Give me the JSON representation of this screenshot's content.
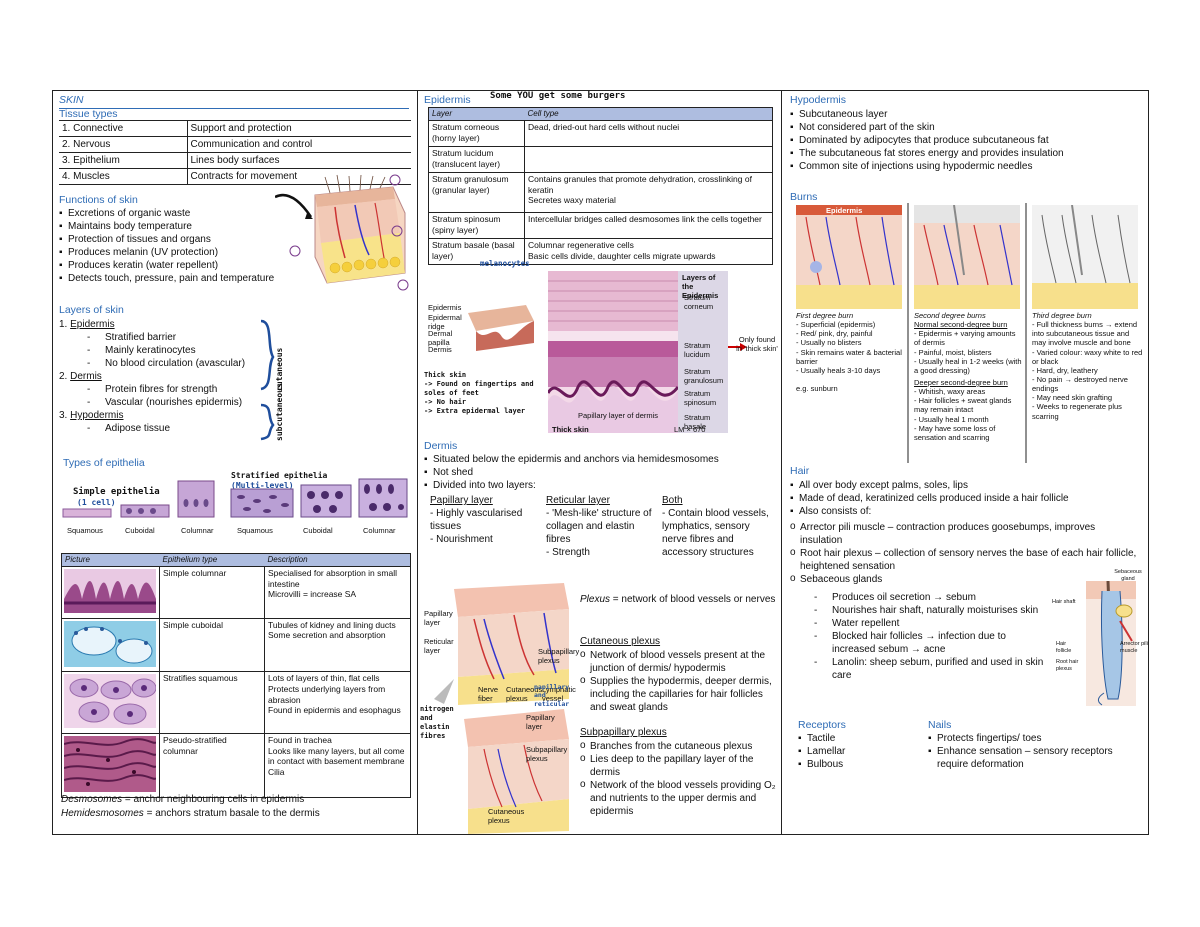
{
  "col1": {
    "skin_title": "SKIN",
    "tissue_types_heading": "Tissue types",
    "tissue_types": [
      {
        "name": "1. Connective",
        "desc": "Support and protection"
      },
      {
        "name": "2. Nervous",
        "desc": "Communication and control"
      },
      {
        "name": "3. Epithelium",
        "desc": "Lines body surfaces"
      },
      {
        "name": "4. Muscles",
        "desc": "Contracts for movement"
      }
    ],
    "functions_heading": "Functions of skin",
    "functions": [
      "Excretions of organic waste",
      "Maintains body temperature",
      "Protection of tissues and organs",
      "Produces melanin (UV protection)",
      "Produces keratin (water repellent)",
      "Detects touch, pressure, pain and temperature"
    ],
    "layers_heading": "Layers of skin",
    "layer1": "Epidermis",
    "layer1_num": "1.",
    "layer1_items": [
      "Stratified barrier",
      "Mainly keratinocytes",
      "No blood circulation (avascular)"
    ],
    "layer2_num": "2.",
    "layer2": "Dermis",
    "layer2_items": [
      "Protein fibres for strength",
      "Vascular (nourishes epidermis)"
    ],
    "layer3_num": "3.",
    "layer3": "Hypodermis",
    "layer3_items": [
      "Adipose tissue"
    ],
    "hand_cutaneous": "cutaneous",
    "hand_subcutaneous": "subcutaneous",
    "epithelia_heading": "Types of epithelia",
    "hand_simple": "Simple epithelia",
    "hand_simple_sub": "(1 cell)",
    "hand_stratified": "Stratified epithelia",
    "hand_stratified_sub": "(Multi-level)",
    "epi_labels": [
      "Squamous",
      "Cuboidal",
      "Columnar",
      "Squamous",
      "Cuboidal",
      "Columnar"
    ],
    "epi_table_headers": [
      "Picture",
      "Epithelium type",
      "Description"
    ],
    "epi_table": [
      {
        "type": "Simple columnar",
        "desc": [
          "Specialised for absorption in small intestine",
          "Microvilli = increase SA"
        ]
      },
      {
        "type": "Simple cuboidal",
        "desc": [
          "Tubules of kidney and lining ducts",
          "Some secretion and absorption"
        ]
      },
      {
        "type": "Stratifies squamous",
        "desc": [
          "Lots of layers of thin, flat cells",
          "Protects underlying layers from abrasion",
          "Found in epidermis and esophagus"
        ]
      },
      {
        "type": "Pseudo-stratified columnar",
        "desc": [
          "Found in trachea",
          "Looks like many layers, but all come in contact with basement membrane",
          "Cilia"
        ]
      }
    ],
    "desmosomes_term": "Desmosomes",
    "desmosomes_def": " = anchor neighbouring cells in epidermis",
    "hemides_term": "Hemidesmosomes",
    "hemides_def": " = anchors stratum basale to the dermis"
  },
  "col2": {
    "epidermis_heading": "Epidermis",
    "hand_epidermis": "Some YOU get some burgers",
    "layer_headers": [
      "Layer",
      "Cell type"
    ],
    "layers": [
      {
        "layer": "Stratum corneous (horny layer)",
        "cell": [
          "Dead, dried-out hard cells without nuclei"
        ]
      },
      {
        "layer": "Stratum lucidum (translucent layer)",
        "cell": []
      },
      {
        "layer": "Stratum granulosum (granular layer)",
        "cell": [
          "Contains granules that promote dehydration, crosslinking of keratin",
          "Secretes waxy material"
        ]
      },
      {
        "layer": "Stratum spinosum (spiny layer)",
        "cell": [
          "Intercellular bridges called desmosomes link the cells together"
        ]
      },
      {
        "layer": "Stratum basale (basal layer)",
        "cell": [
          "Columnar regenerative cells",
          "Basic cells divide, daughter cells migrate upwards"
        ]
      }
    ],
    "hand_melanocytes": "melanocytes",
    "fig_labels": [
      "Epidermis",
      "Epidermal ridge",
      "Dermal papilla",
      "Dermis"
    ],
    "fig_right_labels": [
      "Layers of the Epidermis",
      "Stratum corneum",
      "Stratum lucidum",
      "Stratum granulosum",
      "Stratum spinosum",
      "Stratum basale"
    ],
    "fig_papillary": "Papillary layer of dermis",
    "fig_thick": "Thick skin",
    "fig_mag": "LM × 670",
    "only_found": "Only found in 'thick skin'",
    "hand_thick": [
      "Thick skin",
      "-> Found on fingertips and soles of feet",
      "-> No hair",
      "-> Extra epidermal layer"
    ],
    "dermis_heading": "Dermis",
    "dermis_points": [
      "Situated below the epidermis and anchors via hemidesmosomes",
      "Not shed",
      "Divided into two layers:"
    ],
    "papillary_title": "Papillary layer",
    "papillary_items": [
      "- Highly vascularised tissues",
      "- Nourishment"
    ],
    "reticular_title": "Reticular layer",
    "reticular_items": [
      "- 'Mesh-like' structure of collagen and elastin fibres",
      "- Strength"
    ],
    "both_title": "Both",
    "both_items": [
      "- Contain blood vessels, lymphatics, sensory nerve fibres and accessory structures"
    ],
    "plexus_term": "Plexus",
    "plexus_def": " = network of blood vessels or nerves",
    "cutaneous_title": "Cutaneous plexus",
    "cutaneous_items": [
      "Network of blood vessels present at the junction of dermis/ hypodermis",
      "Supplies the hypodermis, deeper dermis, including the capillaries for hair follicles and sweat glands"
    ],
    "subpapillary_title": "Subpapillary plexus",
    "subpapillary_items": [
      "Branches from the cutaneous plexus",
      "Lies deep to the papillary layer of the dermis",
      "Network of the blood vessels providing O₂ and nutrients to the upper dermis and epidermis"
    ],
    "plexus_fig_labels": [
      "Papillary layer",
      "Reticular layer",
      "Subpapillary plexus",
      "Nerve fiber",
      "Cutaneous plexus",
      "Lymphatic vessel"
    ],
    "plexus_fig2_labels": [
      "Papillary layer",
      "Subpapillary plexus",
      "Cutaneous plexus"
    ],
    "hand_plexus_left": "nitrogen and elastin fibres",
    "hand_plexus_right": "papillary and reticular"
  },
  "col3": {
    "hypodermis_heading": "Hypodermis",
    "hypodermis_points": [
      "Subcutaneous layer",
      "Not considered part of the skin",
      "Dominated by adipocytes that produce subcutaneous fat",
      "The subcutaneous fat stores energy and provides insulation",
      "Common site of injections using hypodermic needles"
    ],
    "burns_heading": "Burns",
    "burns_fig_label": "Epidermis",
    "first_title": "First degree burn",
    "first_items": [
      "- Superficial (epidermis)",
      "- Red/ pink, dry, painful",
      "- Usually no blisters",
      "- Skin remains water & bacterial barrier",
      "- Usually heals 3-10 days",
      "",
      "e.g. sunburn"
    ],
    "second_title": "Second degree burns",
    "second_sub1": "Normal second-degree burn",
    "second_items1": [
      "- Epidermis + varying amounts of dermis",
      "- Painful, moist, blisters",
      "- Usually heal in 1-2 weeks (with a good dressing)"
    ],
    "second_sub2": "Deeper second-degree burn",
    "second_items2": [
      "- Whitish, waxy areas",
      "- Hair follicles + sweat glands may remain intact",
      "- Usually heal 1 month",
      "- May have some loss of sensation and scarring"
    ],
    "third_title": "Third degree burn",
    "third_items": [
      "- Full thickness burns → extend into subcutaneous tissue and may involve muscle and bone",
      "- Varied colour: waxy white to red or black",
      "- Hard, dry, leathery",
      "- No pain → destroyed nerve endings",
      "- May need skin grafting",
      "- Weeks to regenerate plus scarring"
    ],
    "hair_heading": "Hair",
    "hair_points": [
      "All over body except palms, soles, lips",
      "Made of dead, keratinized cells produced inside a hair follicle",
      "Also consists of:"
    ],
    "hair_sub": [
      "Arrector pili muscle – contraction produces goosebumps, improves insulation",
      "Root hair plexus – collection of sensory nerves the base of each hair follicle, heightened sensation",
      "Sebaceous glands"
    ],
    "sebaceous_items": [
      "Produces oil secretion → sebum",
      "Nourishes hair shaft, naturally moisturises skin",
      "Water repellent",
      "Blocked hair follicles → infection due to increased sebum → acne",
      "Lanolin: sheep sebum, purified and used in skin care"
    ],
    "hair_fig_labels": [
      "Sebaceous gland",
      "Hair shaft",
      "Arrector pili muscle",
      "Hair follicle",
      "Root hair plexus"
    ],
    "receptors_heading": "Receptors",
    "receptors": [
      "Tactile",
      "Lamellar",
      "Bulbous"
    ],
    "nails_heading": "Nails",
    "nails": [
      "Protects fingertips/ toes",
      "Enhance sensation – sensory receptors require deformation"
    ]
  }
}
